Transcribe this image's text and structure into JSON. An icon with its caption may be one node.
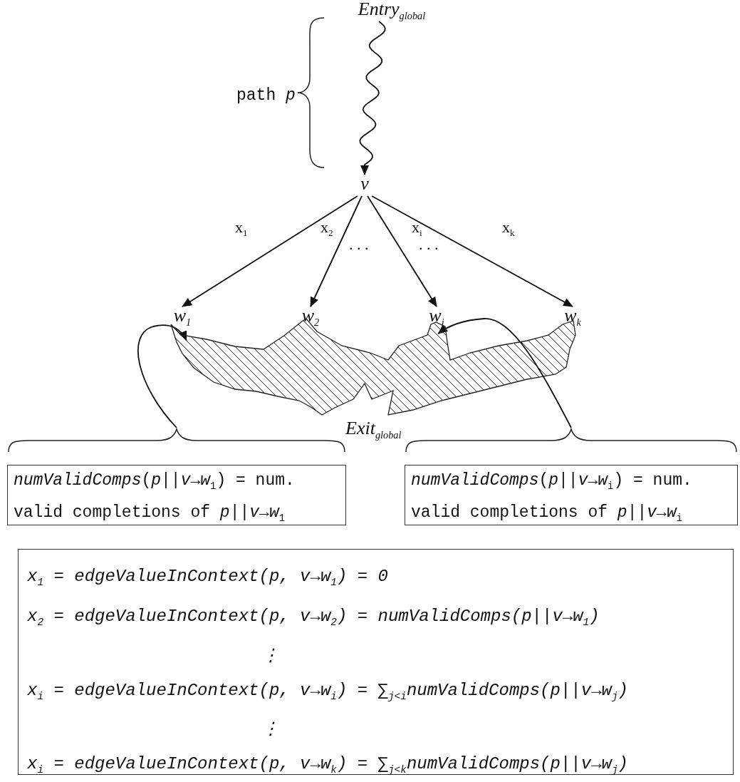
{
  "diagram": {
    "nodes": [
      {
        "text": [
          "Entry$_{global}$"
        ]
      },
      {
        "text": [
          "v"
        ]
      },
      {
        "text": [
          "w$_{1}$"
        ]
      },
      {
        "text": [
          "w$_{2}$"
        ]
      },
      {
        "text": [
          "w$_{i}$"
        ]
      },
      {
        "text": [
          "w$_{k}$"
        ]
      },
      {
        "text": [
          "Exit$_{global}$"
        ]
      },
      {
        "text": [
          "*numValidComps*(*p*||*v*→*w*$_{1}$) = num. valid completions of *p*||*v*→*w*$_{1}$"
        ]
      },
      {
        "text": [
          "*numValidComps*(*p*||*v*→*w*$_{i}$) = num. valid completions of *p*||*v*→*w*$_{i}$"
        ]
      },
      {
        "text": [
          "x$_{1}$ = edgeValueInContext(p, v→w$_{1}$) = 0",
          "x$_{2}$ = edgeValueInContext(p, v→w$_{2}$) = numValidComps(p||v→w$_{1}$)",
          "⋮",
          "x$_{i}$ = edgeValueInContext(p, v→w$_{i}$) = ∑$_{j<i}$numValidComps(p||v→w$_{j}$)",
          "⋮",
          "x$_{i}$ = edgeValueInContext(p, v→w$_{k}$) = ∑$_{j<k}$numValidComps(p||v→w$_{j}$)"
        ]
      }
    ],
    "edges": [
      {
        "from": 0,
        "to": 1,
        "arrow": "to"
      },
      {
        "from": 1,
        "to": 2,
        "label": "x$_{1}$",
        "arrow": "to"
      },
      {
        "from": 1,
        "to": 3,
        "label": "x$_{2}$",
        "arrow": "to"
      },
      {
        "from": 1,
        "to": 4,
        "label": "x$_{i}$",
        "arrow": "to"
      },
      {
        "from": 1,
        "to": 5,
        "label": "x$_{k}$",
        "arrow": "to"
      },
      {
        "from": 7,
        "to": 6,
        "arrow": "to"
      },
      {
        "from": 8,
        "to": 6,
        "arrow": "to"
      }
    ],
    "labels": [
      "path *p*",
      ". . .",
      ". . ."
    ]
  }
}
